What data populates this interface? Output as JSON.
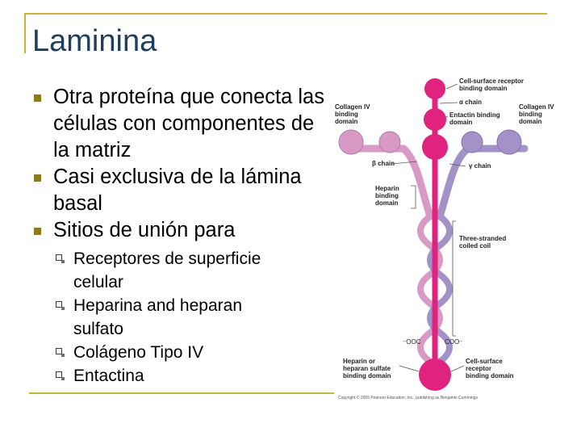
{
  "slide": {
    "title": "Laminina",
    "bullets": [
      "Otra proteína que conecta las células con componentes de la matriz",
      "Casi exclusiva de la lámina basal",
      "Sitios de unión para"
    ],
    "subbullets": [
      "Receptores de superficie celular",
      "Heparina and heparan sulfato",
      "Colágeno Tipo IV",
      "Entactina"
    ]
  },
  "figure": {
    "labels": {
      "cell_surface_top": [
        "Cell-surface receptor",
        "binding domain"
      ],
      "alpha_chain": "α chain",
      "collagen_left": [
        "Collagen IV",
        "binding",
        "domain"
      ],
      "collagen_right": [
        "Collagen IV",
        "binding",
        "domain"
      ],
      "entactin": [
        "Entactin binding",
        "domain"
      ],
      "beta_chain": "β chain",
      "gamma_chain": "γ chain",
      "heparin_mid": [
        "Heparin",
        "binding",
        "domain"
      ],
      "coiled_coil": [
        "Three-stranded",
        "coiled coil"
      ],
      "ooc": "⁻OOC",
      "coo": "COO⁻",
      "heparin_bottom": [
        "Heparin or",
        "heparan sulfate",
        "binding domain"
      ],
      "cell_surface_bottom": [
        "Cell-surface",
        "receptor",
        "binding domain"
      ],
      "copyright": "Copyright © 2005 Pearson Education, Inc., publishing as Benjamin Cummings"
    },
    "colors": {
      "alpha": "#e0237e",
      "beta": "#d89ac4",
      "gamma": "#a392c8",
      "accent": "#c8b43c",
      "title": "#1f3d5c"
    }
  }
}
